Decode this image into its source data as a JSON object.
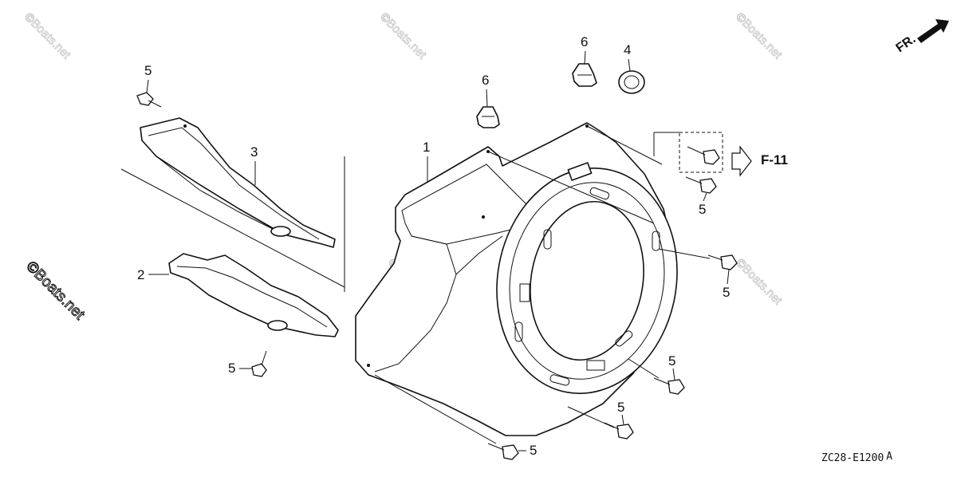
{
  "diagram": {
    "watermark_text": "©Boats.net",
    "direction_label": "FR.",
    "reference_label": "F-11",
    "drawing_code": "ZC28-E1200",
    "drawing_code_suffix": "A",
    "callouts": {
      "shroud": "1",
      "lower_baffle": "2",
      "upper_baffle": "3",
      "grommet": "4",
      "bolt": "5",
      "clip": "6"
    }
  }
}
